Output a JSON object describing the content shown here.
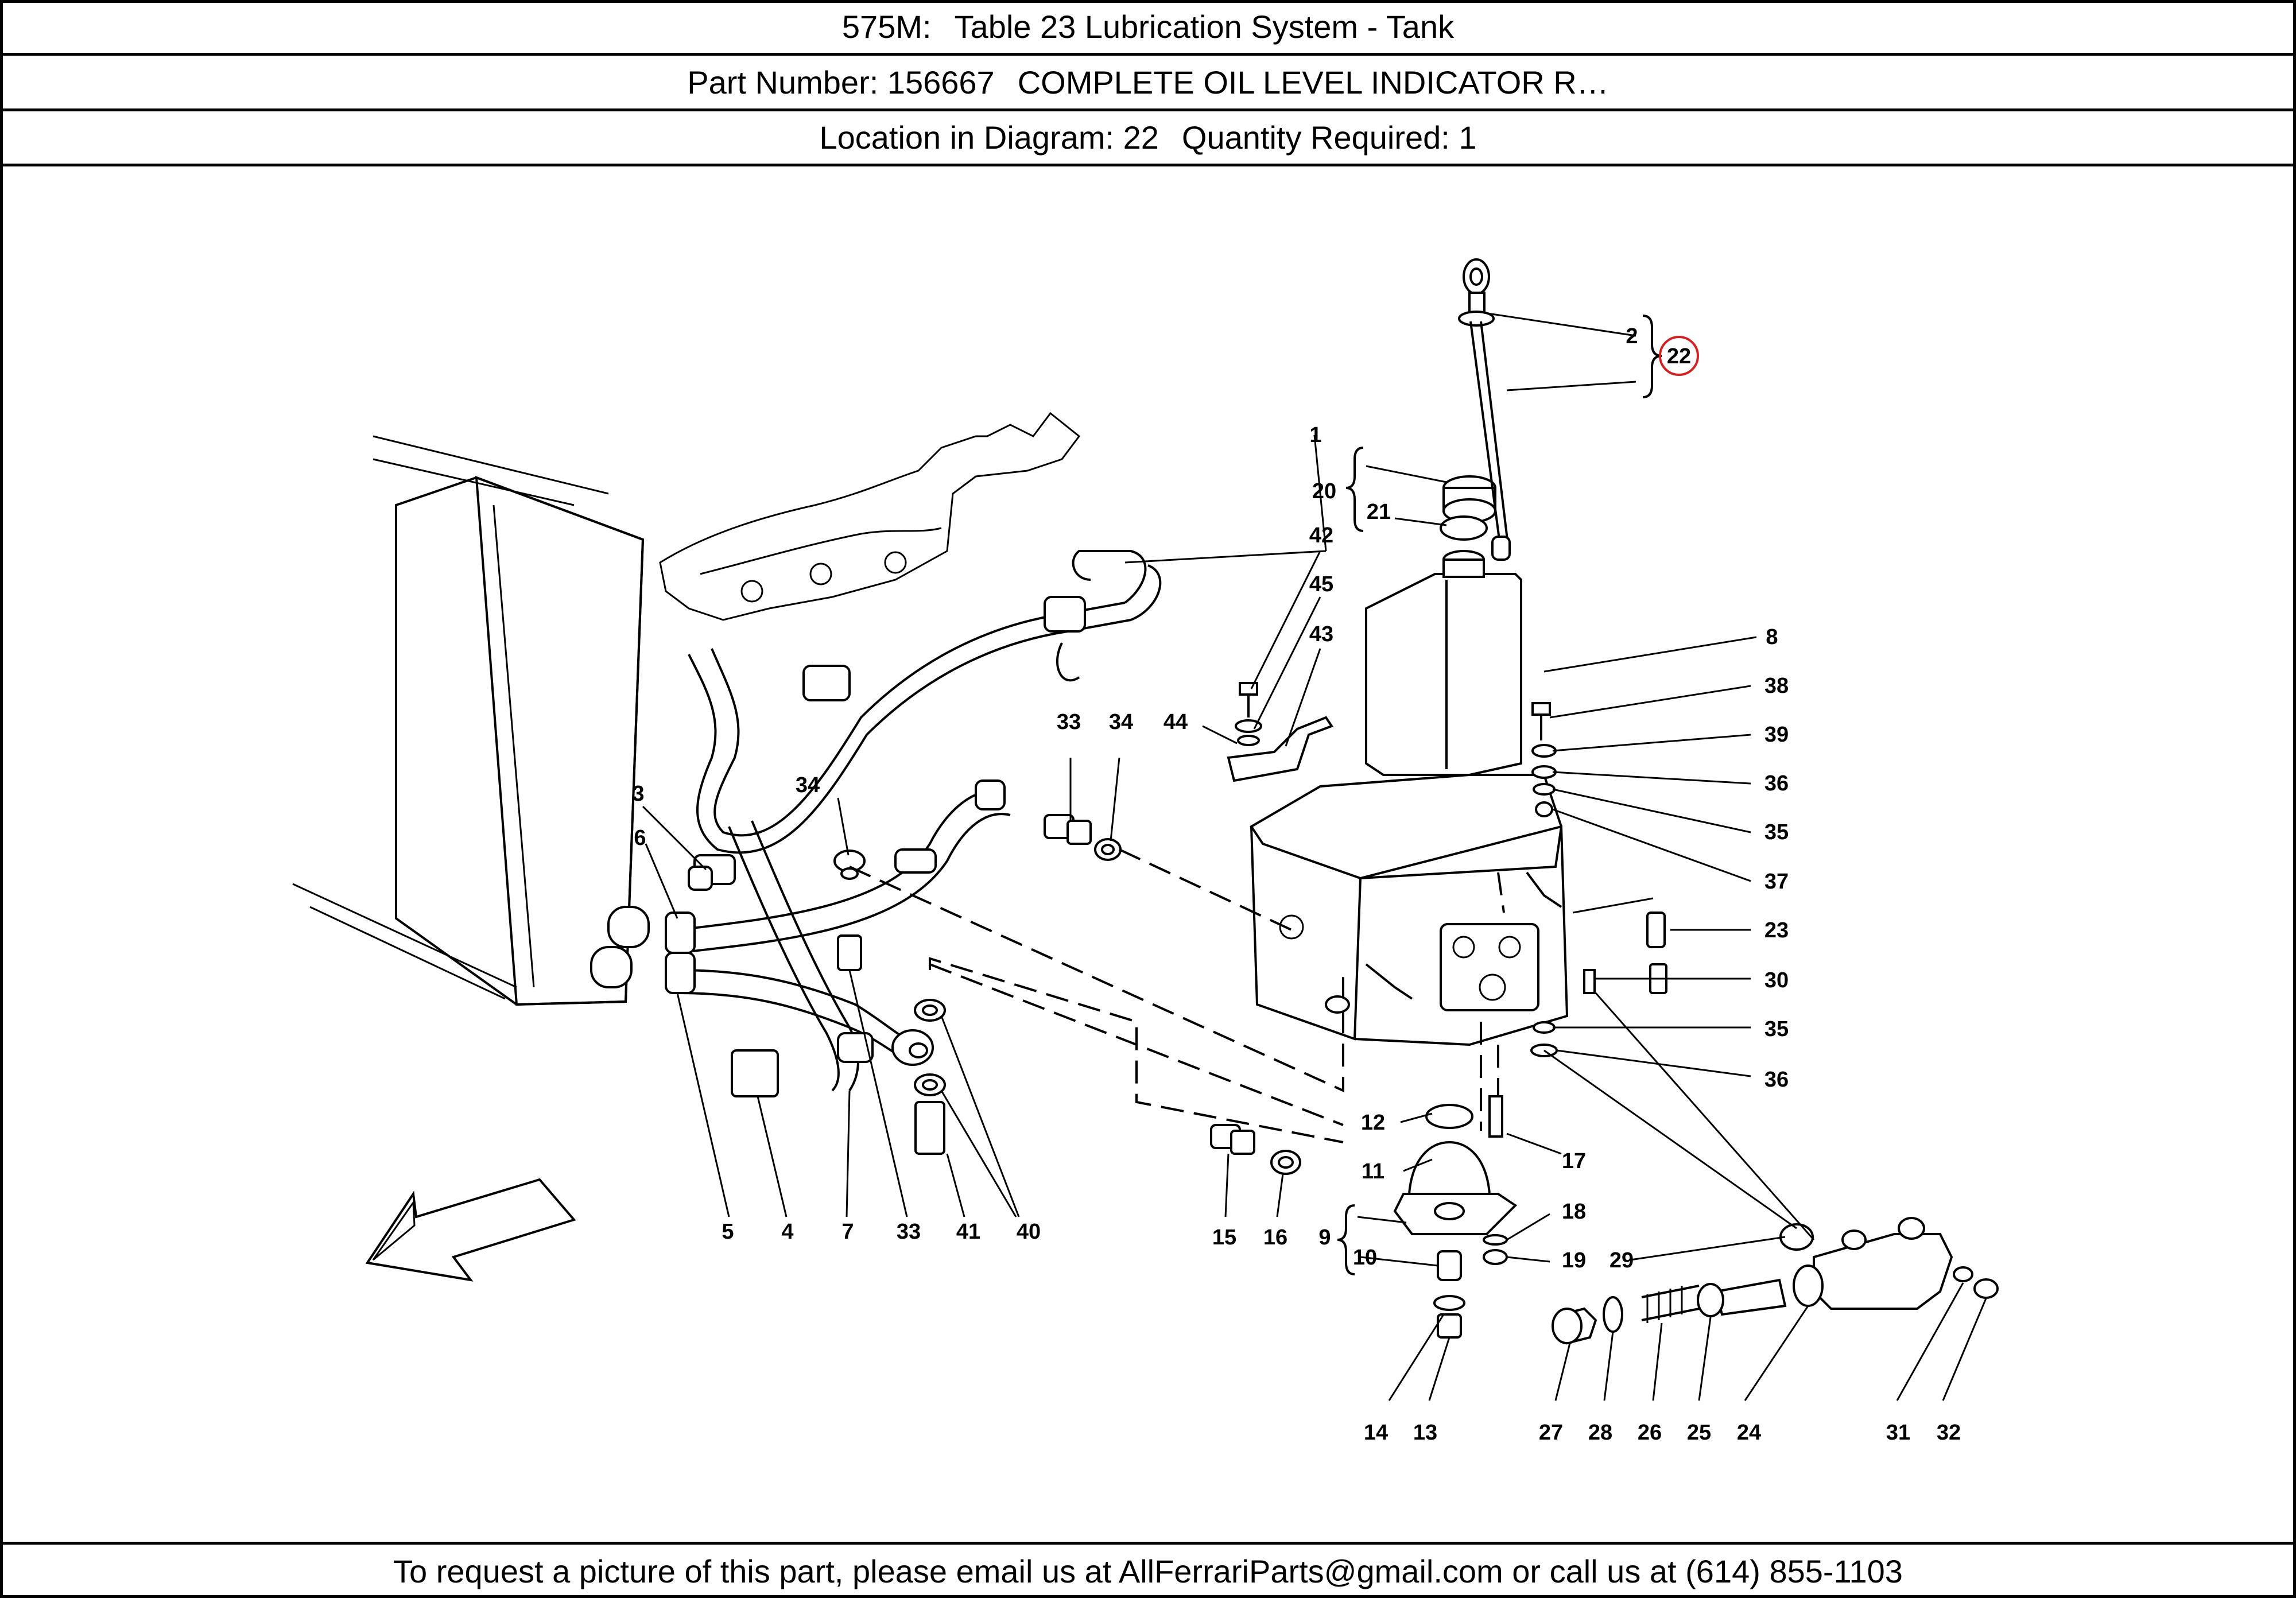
{
  "header": {
    "model": "575M:",
    "table": "Table 23 Lubrication System - Tank",
    "part_number_label": "Part Number: 156667",
    "part_description": "COMPLETE OIL LEVEL INDICATOR R…",
    "location_label": "Location in Diagram: 22",
    "quantity_label": "Quantity Required: 1"
  },
  "highlight_color": "#d42020",
  "diagram_labels": {
    "l1": "1",
    "l2": "2",
    "l3": "3",
    "l4": "4",
    "l5": "5",
    "l6": "6",
    "l7": "7",
    "l8": "8",
    "l9": "9",
    "l10": "10",
    "l11": "11",
    "l12": "12",
    "l13": "13",
    "l14": "14",
    "l15": "15",
    "l16": "16",
    "l17": "17",
    "l18": "18",
    "l19": "19",
    "l20": "20",
    "l21": "21",
    "l22": "22",
    "l23": "23",
    "l24": "24",
    "l25": "25",
    "l26": "26",
    "l27": "27",
    "l28": "28",
    "l29": "29",
    "l30": "30",
    "l31": "31",
    "l32": "32",
    "l33a": "33",
    "l33b": "33",
    "l34a": "34",
    "l34b": "34",
    "l35a": "35",
    "l35b": "35",
    "l36a": "36",
    "l36b": "36",
    "l37": "37",
    "l38": "38",
    "l39": "39",
    "l40": "40",
    "l41": "41",
    "l42": "42",
    "l43": "43",
    "l44": "44",
    "l45": "45"
  },
  "footer": {
    "text": "To request a picture of this part, please email us at AllFerrariParts@gmail.com or call us at (614) 855-1103"
  }
}
